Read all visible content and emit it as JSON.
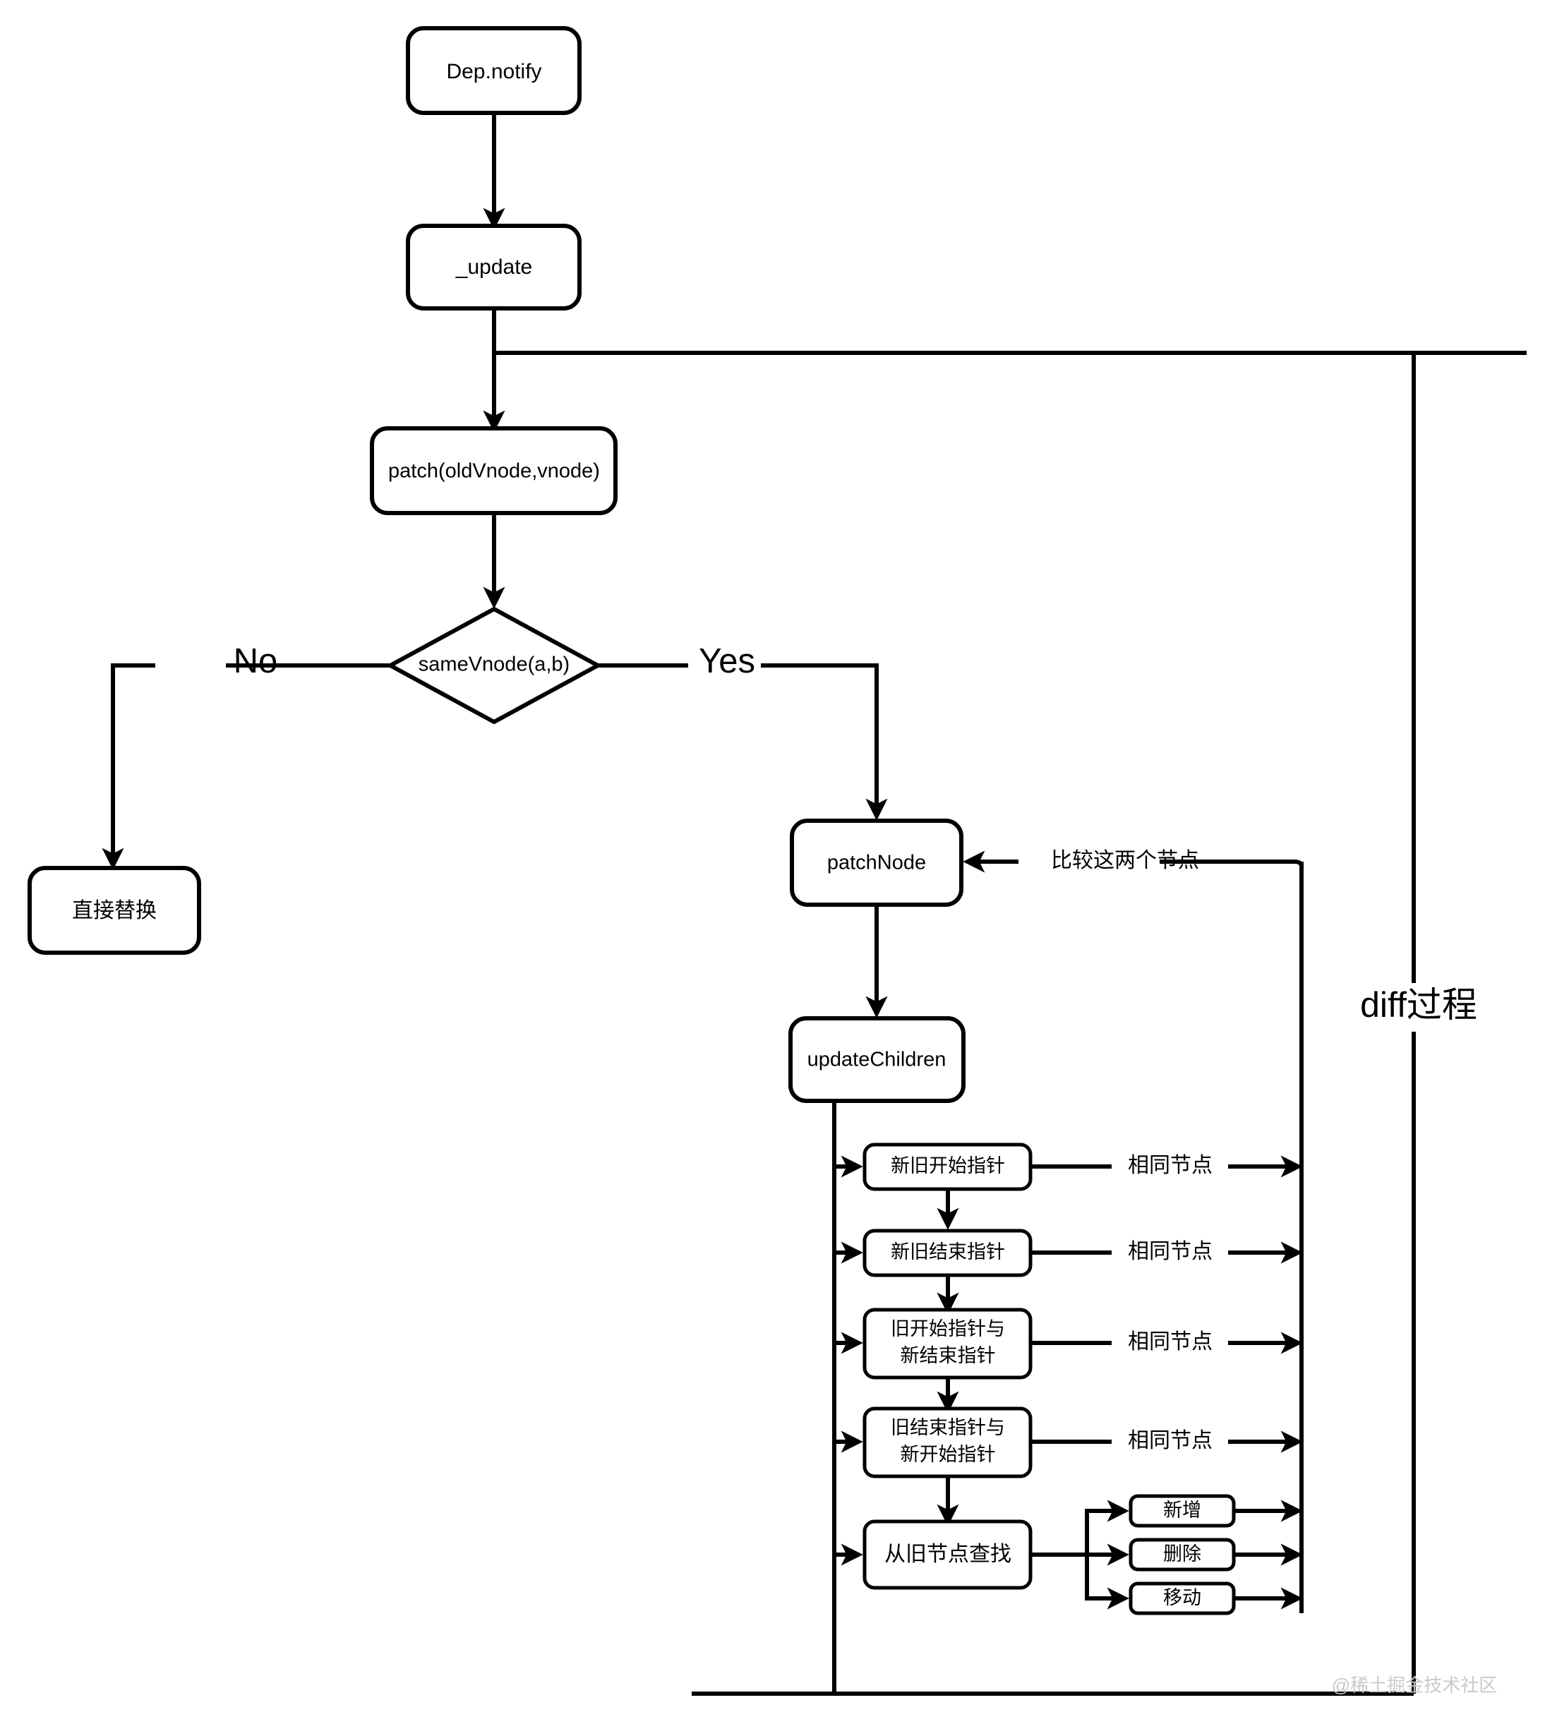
{
  "diagram": {
    "title": "Vue diff process flowchart",
    "watermark": "@稀土掘金技术社区",
    "colors": {
      "stroke": "#000000",
      "fill": "#ffffff",
      "watermark": "#c9c9c9"
    },
    "nodes": {
      "dep_notify": "Dep.notify",
      "update": "_update",
      "patch": "patch(oldVnode,vnode)",
      "same_vnode": "sameVnode(a,b)",
      "direct_replace": "直接替换",
      "patch_node": "patchNode",
      "update_children": "updateChildren",
      "start_pointers": "新旧开始指针",
      "end_pointers": "新旧结束指针",
      "old_start_new_end_line1": "旧开始指针与",
      "old_start_new_end_line2": "新结束指针",
      "old_end_new_start_line1": "旧结束指针与",
      "old_end_new_start_line2": "新开始指针",
      "search_old": "从旧节点查找",
      "add": "新增",
      "remove": "删除",
      "move": "移动"
    },
    "edge_labels": {
      "no": "No",
      "yes": "Yes",
      "compare_two_nodes": "比较这两个节点",
      "same_node_1": "相同节点",
      "same_node_2": "相同节点",
      "same_node_3": "相同节点",
      "same_node_4": "相同节点",
      "diff_process": "diff过程"
    }
  }
}
